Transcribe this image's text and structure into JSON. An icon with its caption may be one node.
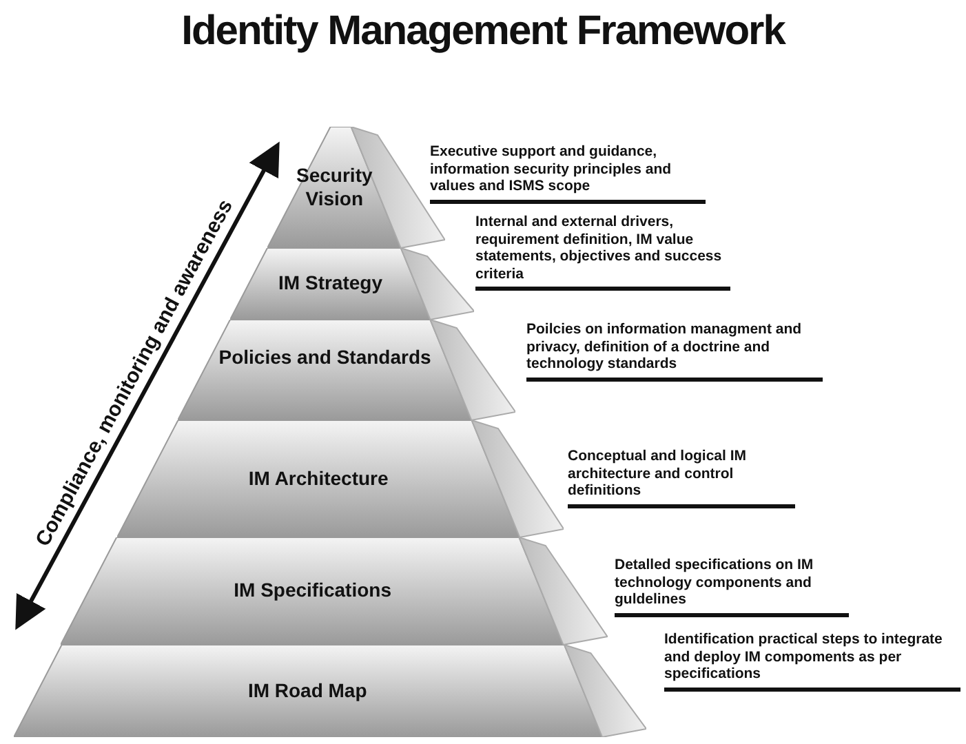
{
  "diagram": {
    "title": "Identity Management Framework",
    "nodes": [
      {
        "text": [
          "Security Vision"
        ],
        "beside": [
          "Executive support and guidance, information security principles and values and ISMS scope"
        ]
      },
      {
        "text": [
          "IM Strategy"
        ],
        "beside": [
          "Internal and external drivers, requirement definition, IM value statements, objectives and success criteria"
        ]
      },
      {
        "text": [
          "Policies and Standards"
        ],
        "beside": [
          "Poilcies on information managment and privacy, definition of a doctrine and technology standards"
        ]
      },
      {
        "text": [
          "IM Architecture"
        ],
        "beside": [
          "Conceptual and logical IM architecture and control definitions"
        ]
      },
      {
        "text": [
          "IM Specifications"
        ],
        "beside": [
          "Detalled specifications on IM technology components and guldelines"
        ]
      },
      {
        "text": [
          "IM Road Map"
        ],
        "beside": [
          "Identification practical steps to integrate and deploy IM compoments as per specifications"
        ]
      }
    ],
    "edges": [],
    "labels": [
      "Compliance, monitoring and awareness"
    ]
  }
}
